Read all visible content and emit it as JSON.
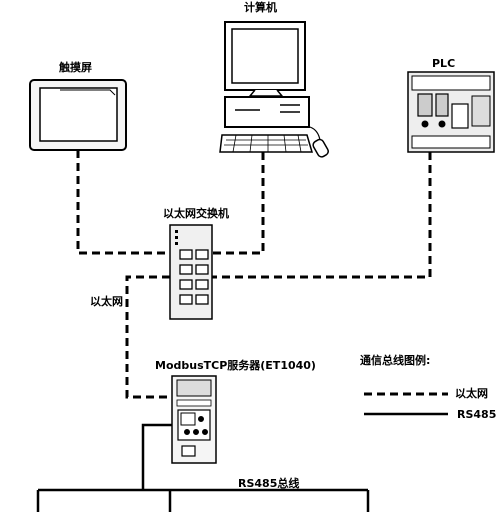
{
  "devices": {
    "touchscreen": "触摸屏",
    "computer": "计算机",
    "plc": "PLC",
    "switch": "以太网交换机",
    "server": "ModbusTCP服务器(ET1040)"
  },
  "links": {
    "ethernet": "以太网",
    "rs485_bus": "RS485总线"
  },
  "legend": {
    "title": "通信总线图例:",
    "items": [
      {
        "label": "以太网",
        "style": "dashed"
      },
      {
        "label": "RS485",
        "style": "solid"
      }
    ]
  }
}
